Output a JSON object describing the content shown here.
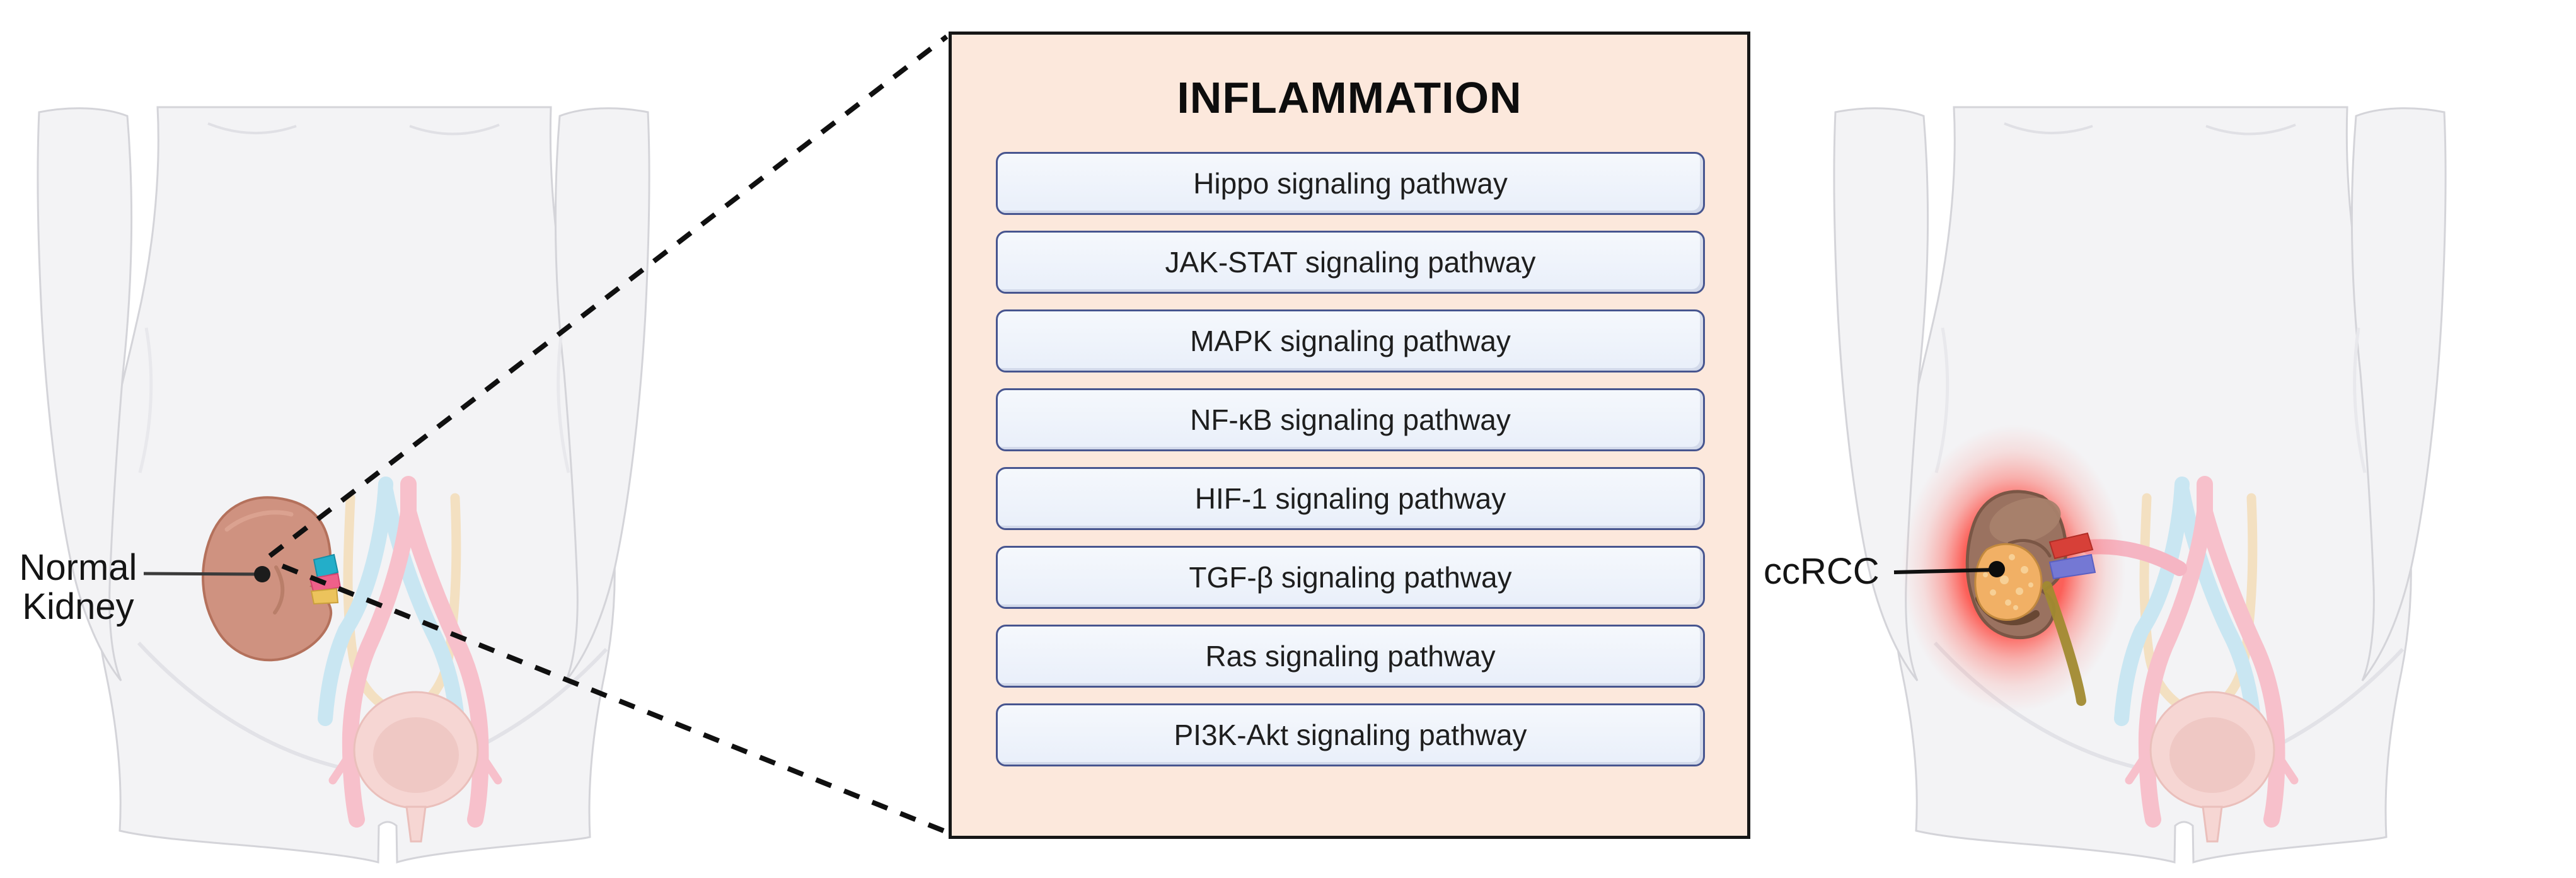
{
  "panel": {
    "title": "INFLAMMATION",
    "pathways": [
      "Hippo signaling pathway",
      "JAK-STAT signaling pathway",
      "MAPK signaling pathway",
      "NF-κB signaling pathway",
      "HIF-1 signaling pathway",
      "TGF-β signaling pathway",
      "Ras signaling pathway",
      "PI3K-Akt signaling pathway"
    ]
  },
  "left_figure": {
    "label_line1": "Normal",
    "label_line2": "Kidney"
  },
  "right_figure": {
    "label": "ccRCC"
  },
  "colors": {
    "panel_bg": "#fce8dc",
    "panel_border": "#161616",
    "pathway_box_bg": "#eef3fa",
    "pathway_box_border": "#47558f",
    "body_fill": "#f3f3f5",
    "body_outline": "#d4d4d9",
    "normal_kidney": "#cf9280",
    "ccrcc_kidney": "#9a7260",
    "tumor": "#f1b065",
    "inflammation_glow": "#ff3c32",
    "artery_pink": "#f7c0cb",
    "vein_blue": "#c9e6f2",
    "ureter_cream": "#f3e0c1",
    "renal_vein_teal": "#23aec9",
    "renal_artery_pink": "#ef6089",
    "ccrcc_artery_red": "#d74038",
    "ccrcc_vein_purple": "#7478d4"
  }
}
